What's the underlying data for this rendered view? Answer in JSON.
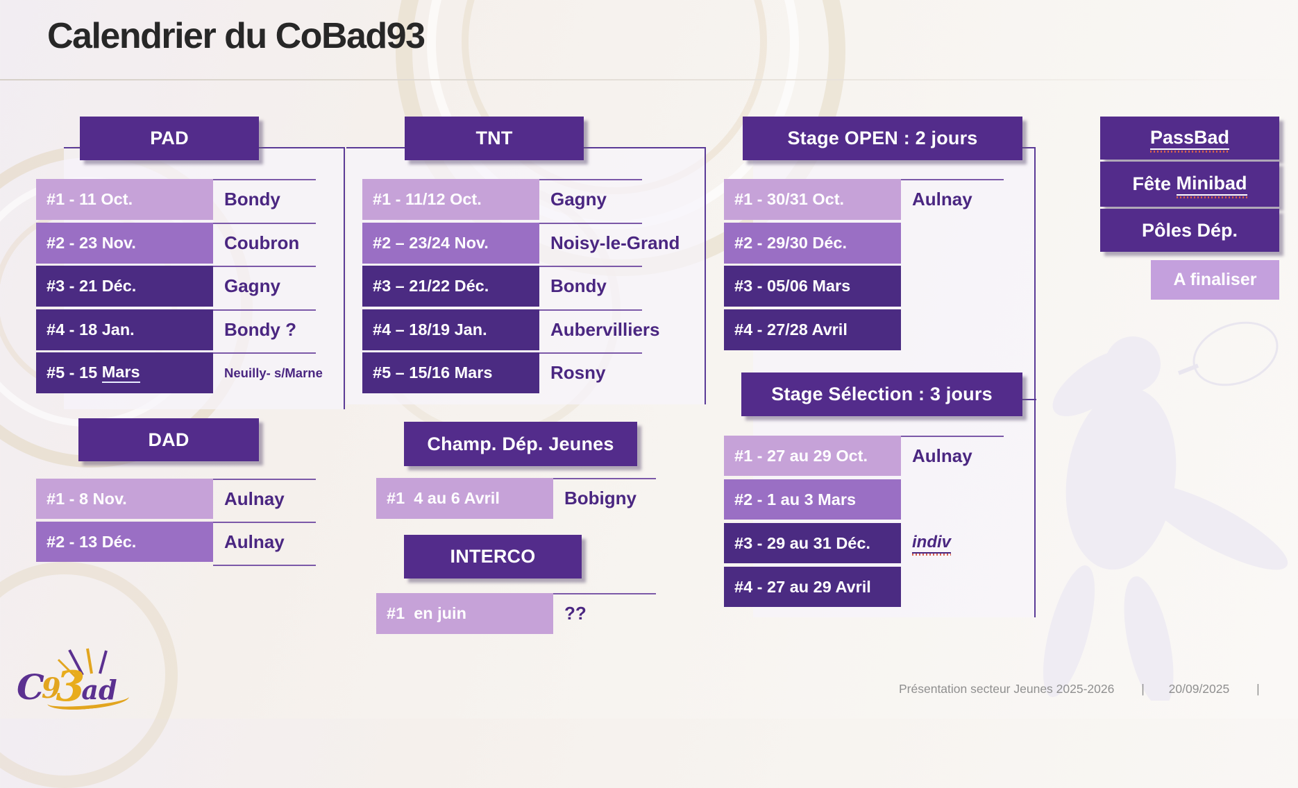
{
  "title": "Calendrier du CoBad93",
  "tables": {
    "pad": {
      "title": "PAD",
      "line_mode": "all",
      "rows": [
        {
          "shade": "light",
          "label": "#1 - 11 Oct.",
          "place": "Bondy"
        },
        {
          "shade": "med",
          "label": "#2 - 23 Nov.",
          "place": "Coubron"
        },
        {
          "shade": "dark",
          "label": "#3 - 21 Déc.",
          "place": "Gagny"
        },
        {
          "shade": "dark",
          "label": "#4 - 18 Jan.",
          "place": "Bondy ?"
        },
        {
          "shade": "dark",
          "label": "#5 - 15 ",
          "label_u": "Mars",
          "place": "Neuilly- s/Marne",
          "place_class": "small"
        }
      ]
    },
    "dad": {
      "title": "DAD",
      "line_mode": "all",
      "bottom_line": true,
      "rows": [
        {
          "shade": "light",
          "label": "#1 - 8 Nov.",
          "place": "Aulnay"
        },
        {
          "shade": "med",
          "label": "#2 - 13 Déc.",
          "place": "Aulnay"
        }
      ]
    },
    "tnt": {
      "title": "TNT",
      "line_mode": "all",
      "rows": [
        {
          "shade": "light",
          "label": "#1 - 11/12 Oct.",
          "place": "Gagny"
        },
        {
          "shade": "med",
          "label": "#2 – 23/24 Nov.",
          "place": "Noisy-le-Grand"
        },
        {
          "shade": "dark",
          "label": "#3 – 21/22 Déc.",
          "place": "Bondy"
        },
        {
          "shade": "dark",
          "label": "#4 – 18/19 Jan.",
          "place": "Aubervilliers"
        },
        {
          "shade": "dark",
          "label": "#5 – 15/16 Mars",
          "place": "Rosny"
        }
      ]
    },
    "champ": {
      "title": "Champ. Dép. Jeunes",
      "line_mode": "all",
      "rows": [
        {
          "shade": "light",
          "label": "#1  4 au 6 Avril",
          "place": "Bobigny"
        }
      ]
    },
    "interco": {
      "title": "INTERCO",
      "line_mode": "all",
      "rows": [
        {
          "shade": "light",
          "label": "#1  en juin",
          "place": "??"
        }
      ]
    },
    "open": {
      "title": "Stage OPEN : 2 jours",
      "line_mode": "first",
      "rows": [
        {
          "shade": "light",
          "label": "#1 - 30/31 Oct.",
          "place": "Aulnay"
        },
        {
          "shade": "med",
          "label": "#2 - 29/30 Déc.",
          "place": ""
        },
        {
          "shade": "dark",
          "label": "#3 - 05/06 Mars",
          "place": ""
        },
        {
          "shade": "dark",
          "label": "#4 - 27/28 Avril",
          "place": ""
        }
      ]
    },
    "selection": {
      "title": "Stage Sélection : 3 jours",
      "line_mode": "first",
      "rows": [
        {
          "shade": "light",
          "label": "#1 - 27 au 29 Oct.",
          "place": "Aulnay"
        },
        {
          "shade": "med",
          "label": "#2 - 1 au 3 Mars",
          "place": ""
        },
        {
          "shade": "dark",
          "label": "#3 - 29 au 31 Déc.",
          "place": "indiv",
          "place_class": "indiv"
        },
        {
          "shade": "dark",
          "label": "#4 - 27 au 29 Avril",
          "place": ""
        }
      ]
    }
  },
  "side": {
    "boxes": [
      {
        "pre": "",
        "u": "PassBad"
      },
      {
        "pre": "Fête ",
        "u": "Minibad"
      },
      {
        "pre": "Pôles Dép.",
        "u": ""
      }
    ],
    "finalize": "A finaliser"
  },
  "footer": {
    "text": "Présentation secteur Jeunes 2025-2026",
    "sep1": "|",
    "date": "20/09/2025",
    "sep2": "|"
  },
  "logo": {
    "c": "C",
    "nine": "9",
    "three": "3",
    "ad": "ad"
  },
  "colors": {
    "header_purple": "#532c8b",
    "row_light": "#c6a2d8",
    "row_medium": "#9a6fc4",
    "row_dark": "#4b2b82",
    "city_text": "#4a2681",
    "finalize_bg": "#c4a0dd",
    "footer_gray": "#8f8f8f"
  }
}
